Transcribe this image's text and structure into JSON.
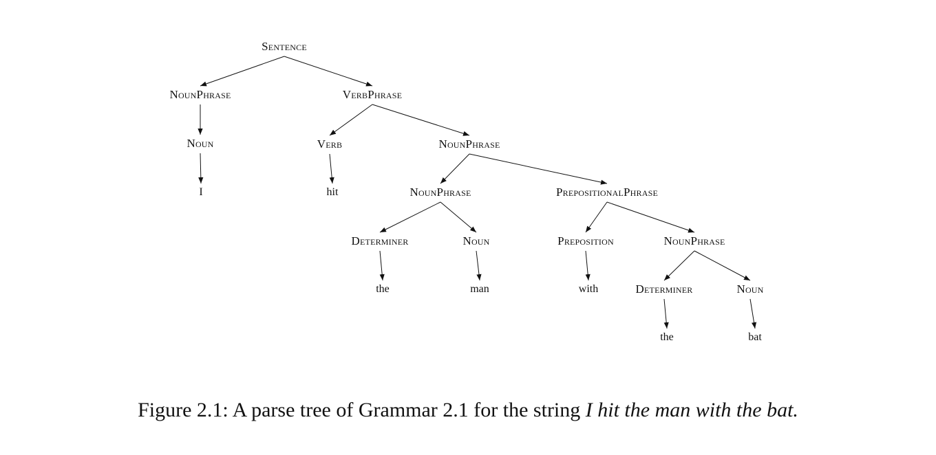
{
  "nodes": [
    {
      "id": "s",
      "label": "Sentence",
      "kind": "cat"
    },
    {
      "id": "np1",
      "label": "NounPhrase",
      "kind": "cat"
    },
    {
      "id": "vp",
      "label": "VerbPhrase",
      "kind": "cat"
    },
    {
      "id": "n1",
      "label": "Noun",
      "kind": "cat"
    },
    {
      "id": "v",
      "label": "Verb",
      "kind": "cat"
    },
    {
      "id": "np2",
      "label": "NounPhrase",
      "kind": "cat"
    },
    {
      "id": "w_i",
      "label": "I",
      "kind": "word"
    },
    {
      "id": "w_hit",
      "label": "hit",
      "kind": "word"
    },
    {
      "id": "np3",
      "label": "NounPhrase",
      "kind": "cat"
    },
    {
      "id": "pp",
      "label": "PrepositionalPhrase",
      "kind": "cat"
    },
    {
      "id": "d1",
      "label": "Determiner",
      "kind": "cat"
    },
    {
      "id": "n2",
      "label": "Noun",
      "kind": "cat"
    },
    {
      "id": "p",
      "label": "Preposition",
      "kind": "cat"
    },
    {
      "id": "np4",
      "label": "NounPhrase",
      "kind": "cat"
    },
    {
      "id": "w_the1",
      "label": "the",
      "kind": "word"
    },
    {
      "id": "w_man",
      "label": "man",
      "kind": "word"
    },
    {
      "id": "w_with",
      "label": "with",
      "kind": "word"
    },
    {
      "id": "d2",
      "label": "Determiner",
      "kind": "cat"
    },
    {
      "id": "n3",
      "label": "Noun",
      "kind": "cat"
    },
    {
      "id": "w_the2",
      "label": "the",
      "kind": "word"
    },
    {
      "id": "w_bat",
      "label": "bat",
      "kind": "word"
    }
  ],
  "edges": [
    [
      "s",
      "np1"
    ],
    [
      "s",
      "vp"
    ],
    [
      "np1",
      "n1"
    ],
    [
      "n1",
      "w_i"
    ],
    [
      "vp",
      "v"
    ],
    [
      "vp",
      "np2"
    ],
    [
      "v",
      "w_hit"
    ],
    [
      "np2",
      "np3"
    ],
    [
      "np2",
      "pp"
    ],
    [
      "np3",
      "d1"
    ],
    [
      "np3",
      "n2"
    ],
    [
      "d1",
      "w_the1"
    ],
    [
      "n2",
      "w_man"
    ],
    [
      "pp",
      "p"
    ],
    [
      "pp",
      "np4"
    ],
    [
      "p",
      "w_with"
    ],
    [
      "np4",
      "d2"
    ],
    [
      "np4",
      "n3"
    ],
    [
      "d2",
      "w_the2"
    ],
    [
      "n3",
      "w_bat"
    ]
  ],
  "caption": {
    "prefix": "Figure 2.1:  A parse tree of Grammar 2.1 for the string ",
    "example": "I hit the man with the bat."
  }
}
